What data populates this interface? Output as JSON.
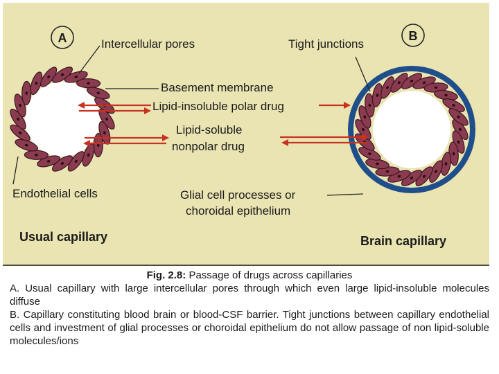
{
  "diagram": {
    "panel_a": {
      "letter": "A",
      "title": "Usual capillary",
      "labels": {
        "intercellular_pores": "Intercellular pores",
        "endothelial_cells": "Endothelial cells",
        "basement_membrane": "Basement membrane"
      }
    },
    "panel_b": {
      "letter": "B",
      "title": "Brain capillary",
      "labels": {
        "tight_junctions": "Tight junctions",
        "glial_line1": "Glial cell processes or",
        "glial_line2": "choroidal epithelium"
      }
    },
    "drugs": {
      "polar_line1": "Lipid-insoluble polar drug",
      "nonpolar_line1": "Lipid-soluble",
      "nonpolar_line2": "nonpolar drug"
    },
    "colors": {
      "background": "#e9e4b2",
      "endothelial_cell": "#8a3b4f",
      "arrow": "#c8321e",
      "glial_sheath": "#1f4f8a"
    }
  },
  "caption": {
    "figure_number": "Fig. 2.8:",
    "title_text": "Passage of drugs across capillaries",
    "item_a": "A.  Usual capillary with large intercellular pores through which even large lipid-insoluble molecules diffuse",
    "item_b": "B.  Capillary constituting blood brain or blood-CSF barrier. Tight junctions between capillary endothelial cells and investment of glial processes or choroidal epithelium do not allow passage of non lipid-soluble molecules/ions"
  }
}
